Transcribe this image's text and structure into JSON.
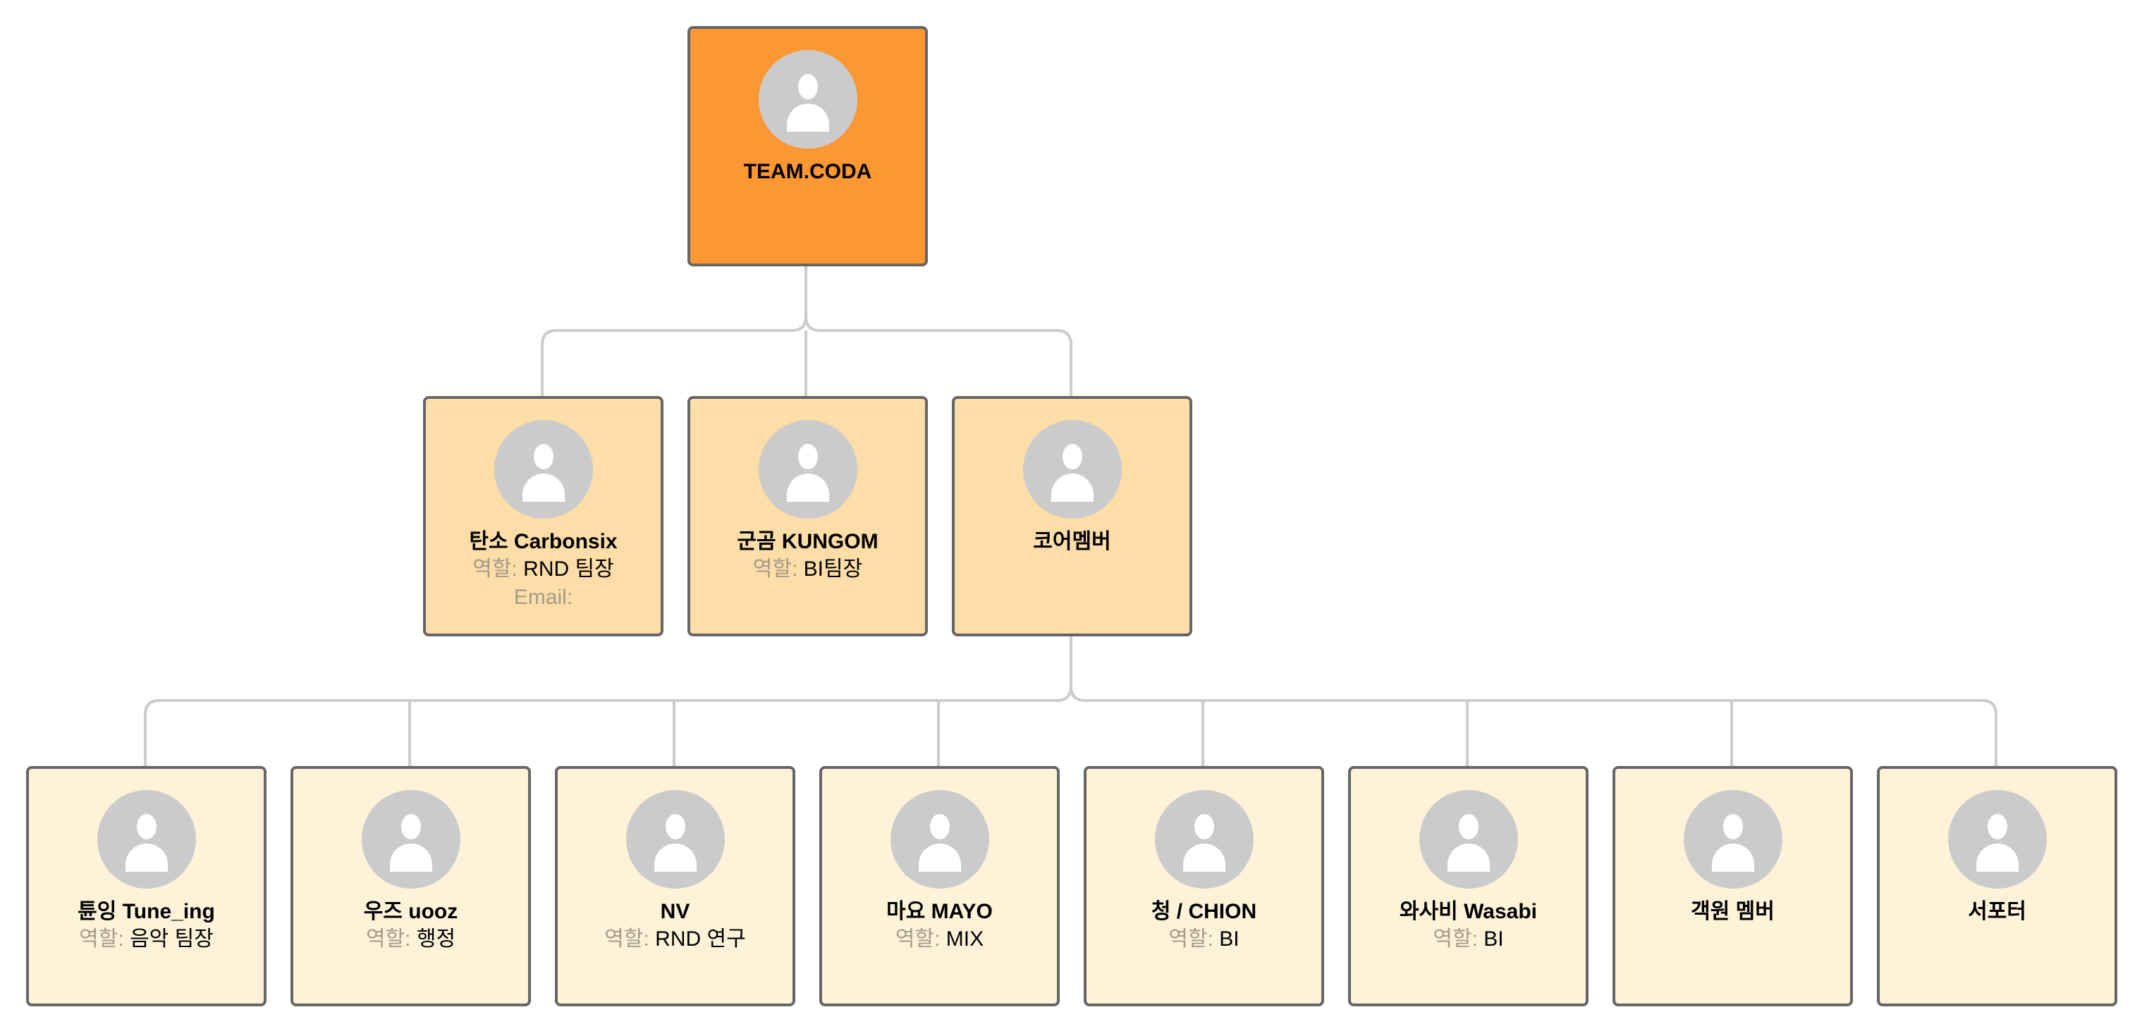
{
  "colors": {
    "root": "#FC9733",
    "level2": "#FDDDA8",
    "level3": "#FEF3D9",
    "connector": "#cccccc",
    "border": "#666666",
    "avatar": "#cbcbcb"
  },
  "labels": {
    "role": "역할:",
    "email": "Email:"
  },
  "root": {
    "name": "TEAM.CODA"
  },
  "level2": [
    {
      "name": "탄소 Carbonsix",
      "role": "RND 팀장",
      "email": ""
    },
    {
      "name": "군곰 KUNGOM",
      "role": "BI팀장"
    },
    {
      "name": "코어멤버"
    }
  ],
  "level3": [
    {
      "name": "튠잉 Tune_ing",
      "role": "음악 팀장"
    },
    {
      "name": "우즈 uooz",
      "role": "행정"
    },
    {
      "name": "NV",
      "role": "RND 연구"
    },
    {
      "name": "마요 MAYO",
      "role": "MIX"
    },
    {
      "name": "청 / CHION",
      "role": "BI"
    },
    {
      "name": "와사비 Wasabi",
      "role": "BI"
    },
    {
      "name": "객원 멤버"
    },
    {
      "name": "서포터"
    }
  ]
}
